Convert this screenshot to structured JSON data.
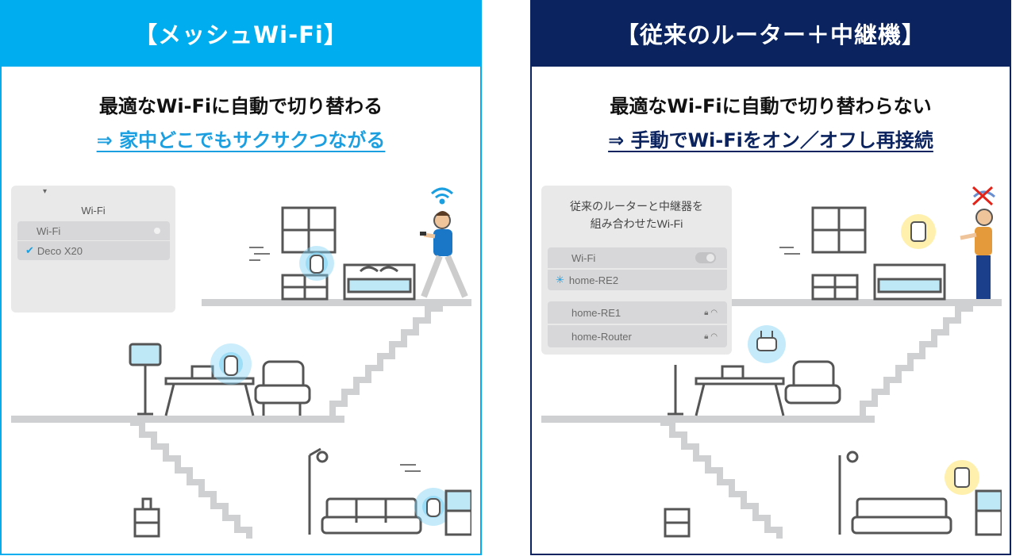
{
  "left": {
    "header": "【メッシュWi-Fi】",
    "line1": "最適なWi-Fiに自動で切り替わる",
    "line2": "⇒ 家中どこでもサクサクつながる",
    "wifi_card": {
      "title": "Wi-Fi",
      "rows": [
        {
          "label": "Wi-Fi",
          "icon": "radio-dot"
        },
        {
          "label": "Deco X20",
          "icon": "check-icon",
          "selected": true
        }
      ]
    }
  },
  "right": {
    "header": "【従来のルーター＋中継機】",
    "line1": "最適なWi-Fiに自動で切り替わらない",
    "line2": "⇒ 手動でWi-Fiをオン／オフし再接続",
    "wifi_card": {
      "title_line1": "従来のルーターと中継器を",
      "title_line2": "組み合わせたWi-Fi",
      "rows": [
        {
          "label": "Wi-Fi",
          "icon": "toggle-icon"
        },
        {
          "label": "home-RE2",
          "icon": "spinner-icon"
        },
        {
          "label": "home-RE1",
          "icon": "lock-wifi-icon"
        },
        {
          "label": "home-Router",
          "icon": "lock-wifi-icon"
        }
      ]
    }
  },
  "colors": {
    "mesh_blue": "#00aeef",
    "navy": "#0b2460",
    "glow_blue": "#7fd3f5",
    "glow_yellow": "#ffe98a",
    "floor_gray": "#cfd0d2",
    "error_red": "#e2231a"
  }
}
